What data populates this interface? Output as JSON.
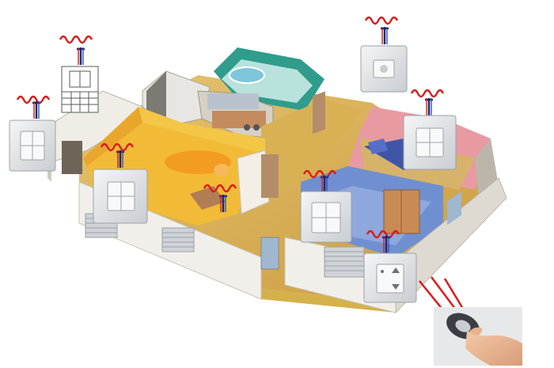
{
  "diagram": {
    "type": "wireless home automation illustration",
    "colors": {
      "signal": "#d91c1c",
      "antenna": "#1b2b6b",
      "switch_face": "#e4e7ea",
      "living_room": "#f2c03c",
      "bedroom_pink": "#e89aa3",
      "bedroom_blue": "#6f8fd0",
      "bathroom": "#2f9c8c",
      "floor": "#d9b25a"
    },
    "rooms": [
      {
        "id": "living-room",
        "color": "#f2c03c"
      },
      {
        "id": "kitchen",
        "color": "#d6d0c6"
      },
      {
        "id": "bathroom",
        "color": "#2f9c8c"
      },
      {
        "id": "bedroom-1",
        "color": "#e89aa3"
      },
      {
        "id": "bedroom-2",
        "color": "#6f8fd0"
      }
    ],
    "devices": [
      {
        "id": "wall-switch-left",
        "kind": "four-button switch",
        "icon": "four-button-switch-icon"
      },
      {
        "id": "shutter-receiver",
        "kind": "roller shutter receiver",
        "icon": "shutter-receiver-icon"
      },
      {
        "id": "living-room-switch",
        "kind": "four-button switch",
        "icon": "four-button-switch-icon"
      },
      {
        "id": "ceiling-sensor",
        "kind": "sensor module",
        "icon": "sensor-icon"
      },
      {
        "id": "bedroom-switch",
        "kind": "four-button switch",
        "icon": "four-button-switch-icon"
      },
      {
        "id": "hall-switch",
        "kind": "four-button switch",
        "icon": "four-button-switch-icon"
      },
      {
        "id": "shutter-switch",
        "kind": "up/down shutter switch",
        "icon": "up-down-switch-icon"
      },
      {
        "id": "remote-control",
        "kind": "hand-held remote",
        "icon": "remote-control-icon"
      }
    ]
  }
}
